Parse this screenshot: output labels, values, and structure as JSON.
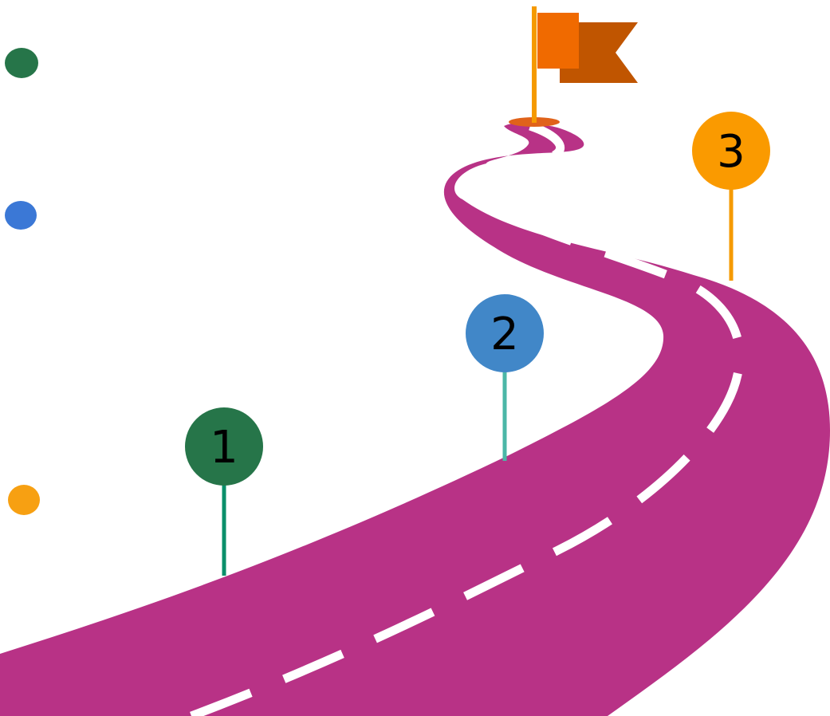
{
  "colors": {
    "background": "#ffffff",
    "road": "#b83286",
    "road_dashes": "#ffffff",
    "flag_front": "#f06a00",
    "flag_back": "#c05500",
    "flag_pole": "#f59a00"
  },
  "legend_dots": [
    {
      "icon": "dot-icon",
      "color": "#267549"
    },
    {
      "icon": "dot-icon",
      "color": "#3b78d6"
    },
    {
      "icon": "dot-icon",
      "color": "#f7a012"
    }
  ],
  "markers": [
    {
      "label": "1",
      "circle_color": "#267549",
      "stem_color": "#0a8f6a"
    },
    {
      "label": "2",
      "circle_color": "#4187c8",
      "stem_color": "#4bb7a7"
    },
    {
      "label": "3",
      "circle_color": "#fa9a00",
      "stem_color": "#f59a00"
    }
  ],
  "flag": {
    "icon": "finish-flag-icon"
  }
}
